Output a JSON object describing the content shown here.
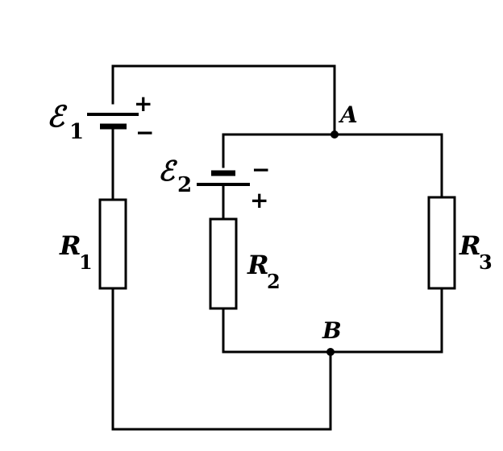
{
  "diagram": {
    "emf1": {
      "symbol": "ℰ",
      "sub": "1",
      "plus": "+",
      "minus": "−"
    },
    "emf2": {
      "symbol": "ℰ",
      "sub": "2",
      "plus": "+",
      "minus": "−"
    },
    "r1": {
      "symbol": "R",
      "sub": "1"
    },
    "r2": {
      "symbol": "R",
      "sub": "2"
    },
    "r3": {
      "symbol": "R",
      "sub": "3"
    },
    "node_a": "A",
    "node_b": "B"
  }
}
